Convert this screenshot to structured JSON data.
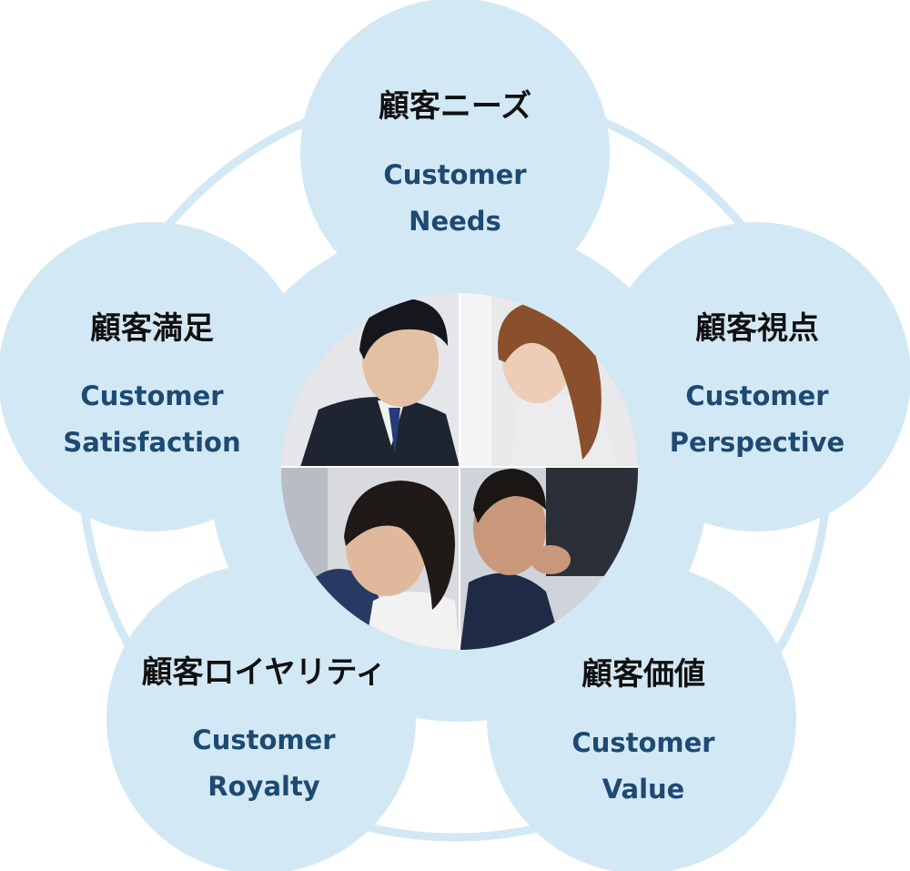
{
  "colors": {
    "circle_fill": "#d3e8f5",
    "ring_stroke": "#d3e8f5",
    "title_text": "#111111",
    "subtitle_text": "#1d4a72",
    "photo_bg": "#c9ccd2"
  },
  "nodes": [
    {
      "id": "needs",
      "title": "顧客ニーズ",
      "subtitle_lines": [
        "Customer",
        "Needs"
      ]
    },
    {
      "id": "perspective",
      "title": "顧客視点",
      "subtitle_lines": [
        "Customer",
        "Perspective"
      ]
    },
    {
      "id": "value",
      "title": "顧客価値",
      "subtitle_lines": [
        "Customer",
        "Value"
      ]
    },
    {
      "id": "royalty",
      "title": "顧客ロイヤリティ",
      "subtitle_lines": [
        "Customer",
        "Royalty"
      ]
    },
    {
      "id": "satisfaction",
      "title": "顧客満足",
      "subtitle_lines": [
        "Customer",
        "Satisfaction"
      ]
    }
  ],
  "center_photo": {
    "description_icon": "team-photo-collage",
    "panels": [
      "person-photo-top-left",
      "person-photo-top-right",
      "person-photo-bottom-left",
      "person-photo-bottom-right"
    ]
  }
}
